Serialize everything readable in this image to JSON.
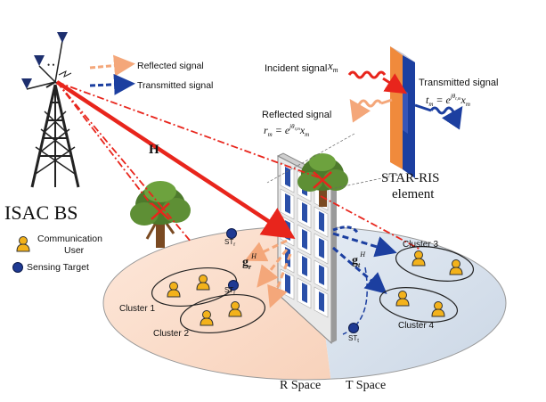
{
  "labels": {
    "isac_bs": "ISAC BS",
    "legend_reflected": "Reflected signal",
    "legend_transmitted": "Transmitted signal",
    "incident_signal": "Incident signal",
    "incident_var": "x",
    "incident_sub": "m",
    "transmitted_signal": "Transmitted signal",
    "transmitted_eq_lhs": "t",
    "transmitted_eq_lhs_sub": "m",
    "transmitted_eq_mid": " = e",
    "transmitted_eq_sup": "jθ",
    "transmitted_eq_sup_sub": "t,m",
    "transmitted_eq_rhs": "x",
    "transmitted_eq_rhs_sub": "m",
    "reflected_signal": "Reflected signal",
    "reflected_eq_lhs": "r",
    "reflected_eq_lhs_sub": "m",
    "reflected_eq_mid": " = e",
    "reflected_eq_sup": "jθ",
    "reflected_eq_sup_sub": "r,m",
    "reflected_eq_rhs": "x",
    "reflected_eq_rhs_sub": "m",
    "star_ris_line1": "STAR-RIS",
    "star_ris_line2": "element",
    "channel_h": "H",
    "g_r": "g",
    "g_r_sub": "r",
    "g_r_sup": "H",
    "g_t": "g",
    "g_t_sub": "t",
    "g_t_sup": "H",
    "st_r_top": "ST",
    "st_r_top_sub": "r",
    "st_r_mid": "ST",
    "st_r_mid_sub": "r",
    "st_t": "ST",
    "st_t_sub": "t",
    "cluster1": "Cluster 1",
    "cluster2": "Cluster 2",
    "cluster3": "Cluster 3",
    "cluster4": "Cluster 4",
    "legend_user_line1": "Communication",
    "legend_user_line2": "User",
    "legend_target": "Sensing Target",
    "r_space": "R Space",
    "t_space": "T Space"
  },
  "colors": {
    "reflected": "#f4a77a",
    "transmitted": "#1c3fa0",
    "incident": "#e8251c",
    "r_space": "#fbe3d3",
    "t_space": "#dbe4ef",
    "ris_frame": "#ffffff",
    "ris_element": "#2a4fa8",
    "user": "#f3b21b",
    "target": "#1f3a93",
    "tree_leaf": "#4d7a2c",
    "trunk": "#7a4a22"
  }
}
